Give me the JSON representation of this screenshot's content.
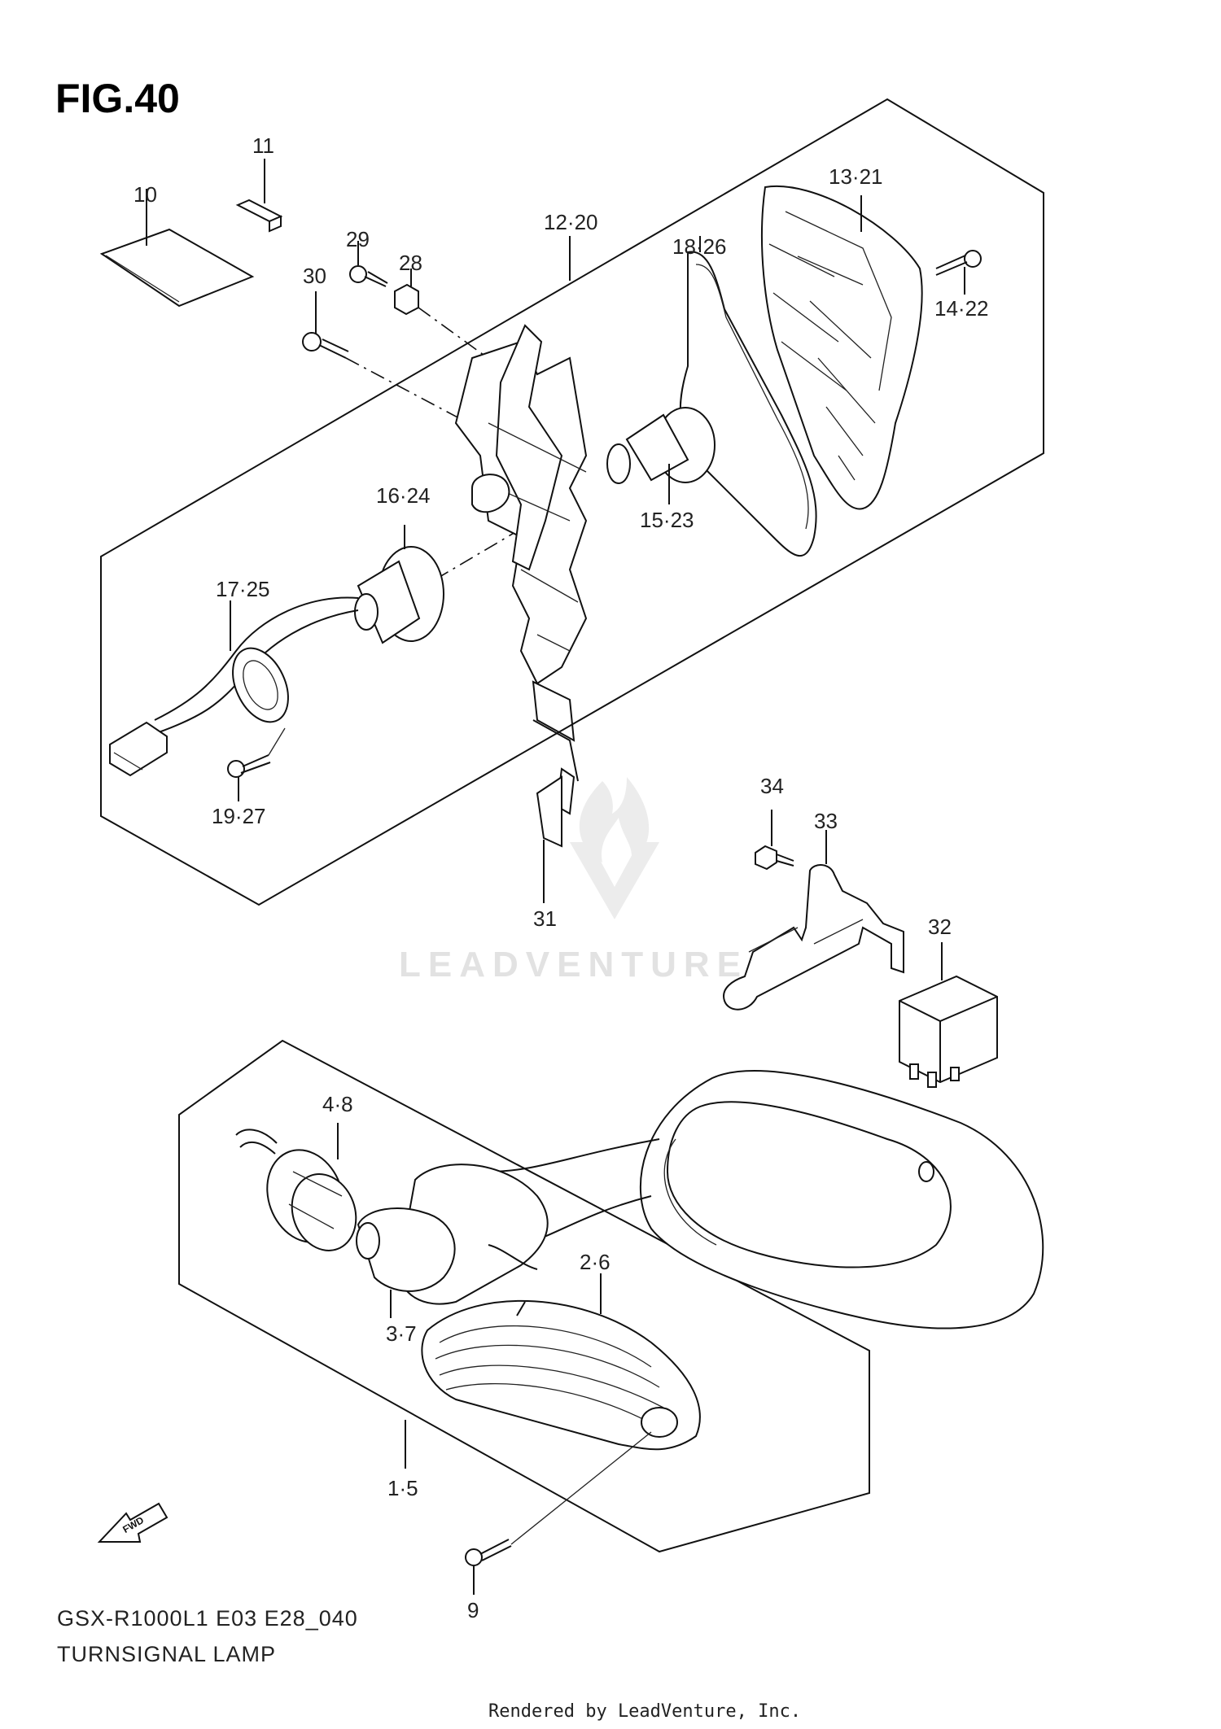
{
  "figure": {
    "title": "FIG.40",
    "model_code": "GSX-R1000L1  E03  E28_040",
    "caption": "TURNSIGNAL LAMP",
    "render_credit": "Rendered by LeadVenture, Inc.",
    "watermark": "LEADVENTURE",
    "forward_label": "FWD"
  },
  "callouts": [
    {
      "id": "c10",
      "label": "10"
    },
    {
      "id": "c11",
      "label": "11"
    },
    {
      "id": "c29",
      "label": "29"
    },
    {
      "id": "c28",
      "label": "28"
    },
    {
      "id": "c30",
      "label": "30"
    },
    {
      "id": "c12_20",
      "label": "12·20"
    },
    {
      "id": "c13_21",
      "label": "13·21"
    },
    {
      "id": "c18_26",
      "label": "18·26"
    },
    {
      "id": "c14_22",
      "label": "14·22"
    },
    {
      "id": "c16_24",
      "label": "16·24"
    },
    {
      "id": "c15_23",
      "label": "15·23"
    },
    {
      "id": "c17_25",
      "label": "17·25"
    },
    {
      "id": "c19_27",
      "label": "19·27"
    },
    {
      "id": "c31",
      "label": "31"
    },
    {
      "id": "c34",
      "label": "34"
    },
    {
      "id": "c33",
      "label": "33"
    },
    {
      "id": "c32",
      "label": "32"
    },
    {
      "id": "c4_8",
      "label": "4·8"
    },
    {
      "id": "c2_6",
      "label": "2·6"
    },
    {
      "id": "c3_7",
      "label": "3·7"
    },
    {
      "id": "c1_5",
      "label": "1·5"
    },
    {
      "id": "c9",
      "label": "9"
    }
  ]
}
